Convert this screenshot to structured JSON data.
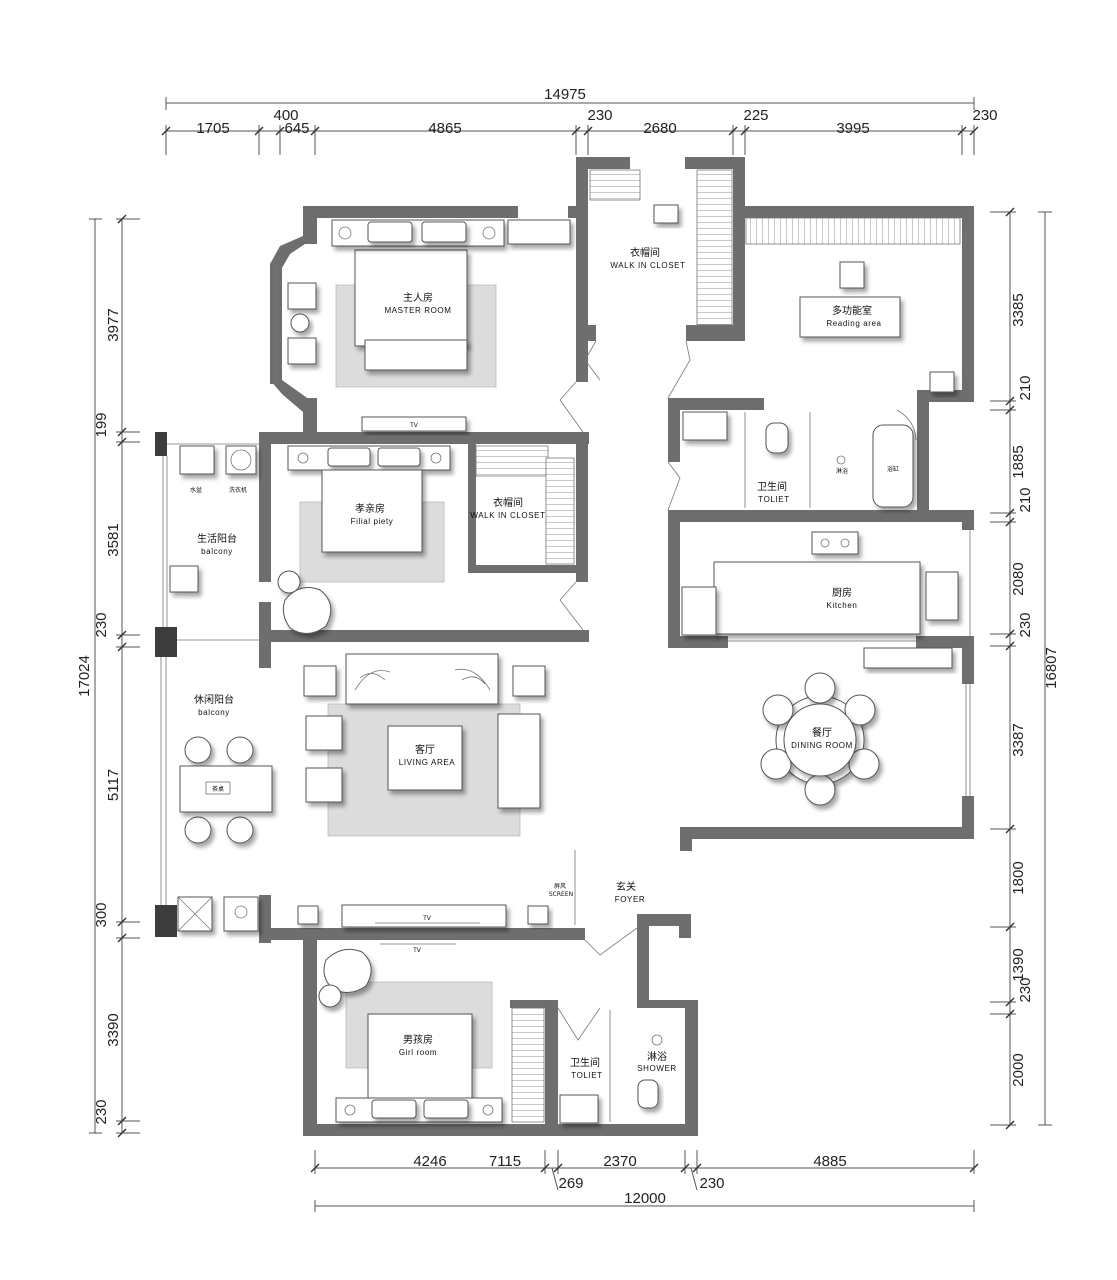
{
  "dimensions": {
    "top_total": "14975",
    "top_row1": [
      "1705",
      "400",
      "645",
      "4865",
      "230",
      "2680",
      "225",
      "3995",
      "230"
    ],
    "left_total": "17024",
    "left_segments": [
      "3977",
      "199",
      "3581",
      "230",
      "5117",
      "300",
      "3390",
      "230"
    ],
    "right_total": "16807",
    "right_segments": [
      "3385",
      "210",
      "1885",
      "210",
      "2080",
      "230",
      "3387",
      "1800",
      "1390",
      "230",
      "2000"
    ],
    "bottom_row1": [
      "4246",
      "7115",
      "2370",
      "4885"
    ],
    "bottom_small": [
      "269",
      "230"
    ],
    "bottom_total": "12000"
  },
  "rooms": {
    "master_cn": "主人房",
    "master_en": "MASTER ROOM",
    "closet1_cn": "衣帽间",
    "closet1_en": "WALK IN CLOSET",
    "reading_cn": "多功能室",
    "reading_en": "Reading area",
    "filial_cn": "孝亲房",
    "filial_en": "Filial piety",
    "closet2_cn": "衣帽间",
    "closet2_en": "WALK IN CLOSET",
    "toilet1_cn": "卫生间",
    "toilet1_en": "TOLIET",
    "shower_small": "淋浴",
    "bathtub": "浴缸",
    "kitchen_cn": "厨房",
    "kitchen_en": "Kitchen",
    "balcony1_cn": "生活阳台",
    "balcony1_en": "balcony",
    "sink": "水盆",
    "washer": "洗衣机",
    "dining_cn": "餐厅",
    "dining_en": "DINING ROOM",
    "living_cn": "客厅",
    "living_en": "LIVING AREA",
    "balcony2_cn": "休闲阳台",
    "balcony2_en": "balcony",
    "tea_table": "茶桌",
    "screen_cn": "屏风",
    "screen_en": "SCREEN",
    "foyer_cn": "玄关",
    "foyer_en": "FOYER",
    "girl_cn": "男孩房",
    "girl_en": "Girl room",
    "toilet2_cn": "卫生间",
    "toilet2_en": "TOLIET",
    "shower_cn": "淋浴",
    "shower_en": "SHOWER",
    "tv": "TV"
  }
}
